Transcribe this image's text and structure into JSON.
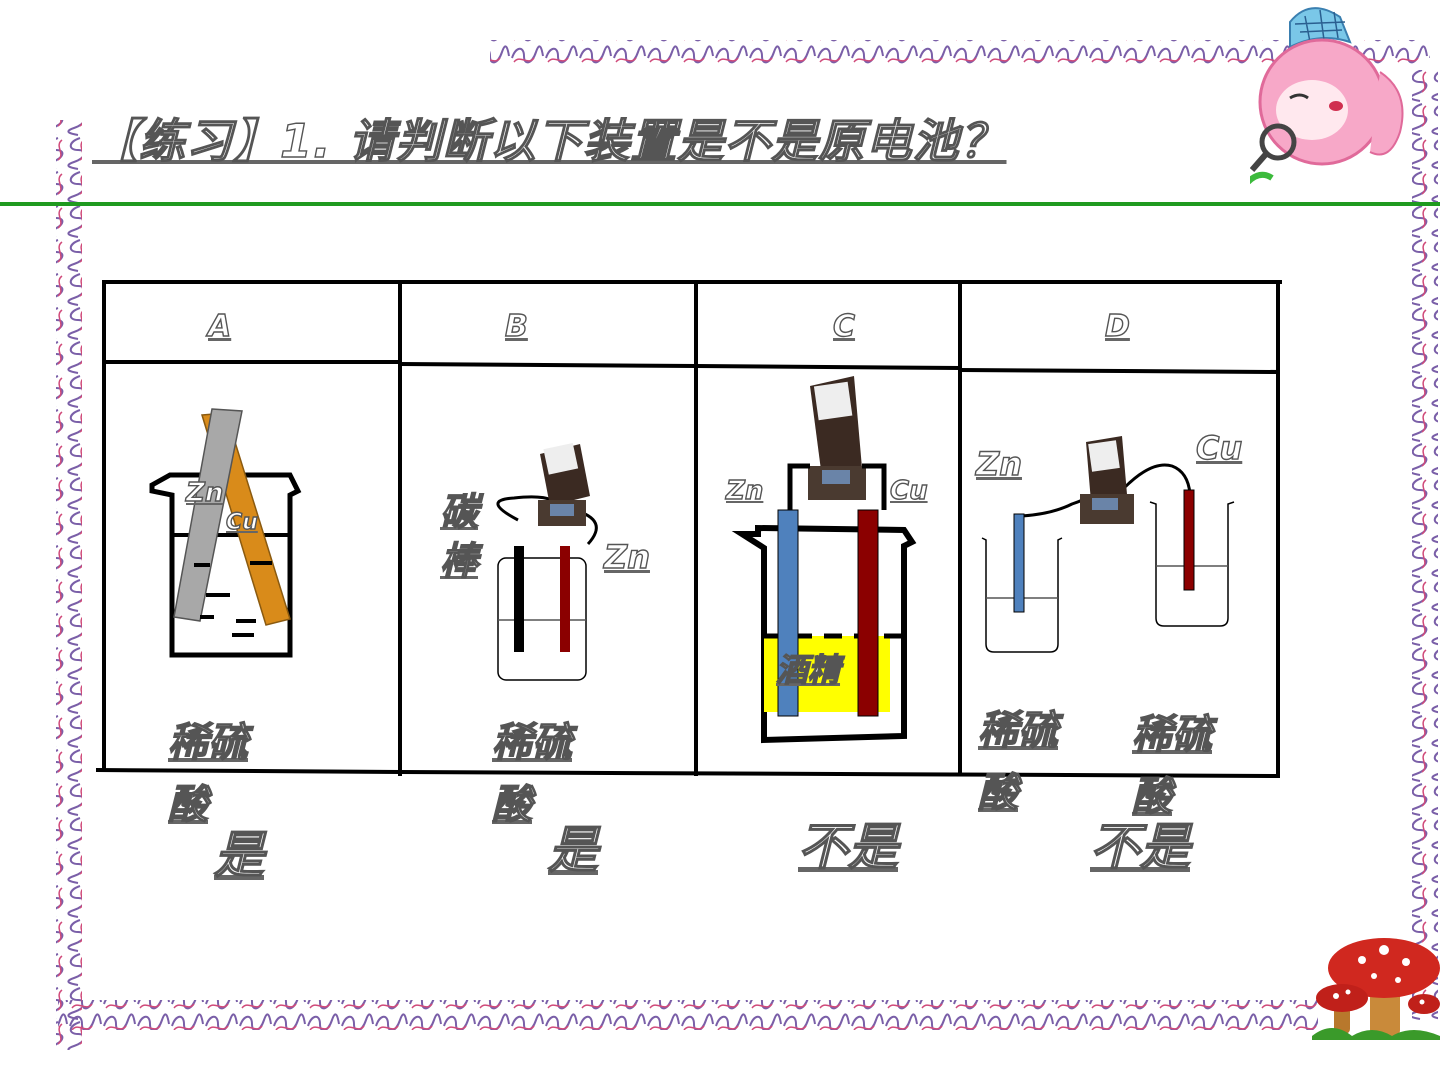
{
  "title": "【练习】1. 请判断以下装置是不是原电池？",
  "columns": [
    "A",
    "B",
    "C",
    "D"
  ],
  "panel_a": {
    "electrode_left": "Zn",
    "electrode_right": "Cu",
    "solution": "稀硫酸",
    "answer": "是"
  },
  "panel_b": {
    "electrode_left": "碳棒",
    "electrode_right": "Zn",
    "solution": "稀硫酸",
    "answer": "是"
  },
  "panel_c": {
    "electrode_left": "Zn",
    "electrode_right": "Cu",
    "solution": "酒精",
    "answer": "不是"
  },
  "panel_d": {
    "electrode_left": "Zn",
    "electrode_right": "Cu",
    "solution_left": "稀硫酸",
    "solution_right": "稀硫酸",
    "answer": "不是"
  },
  "colors": {
    "green_line": "#1f9a1f",
    "zinc_blue": "#4f81bd",
    "copper_red": "#8b0000",
    "alcohol_yellow": "#ffff00",
    "zinc_gray": "#a0a0a0",
    "copper_orange": "#d98b1a"
  }
}
